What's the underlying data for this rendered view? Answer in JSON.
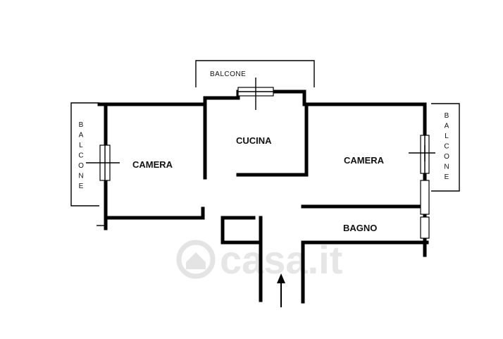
{
  "rooms": {
    "cucina": "CUCINA",
    "camera_left": "CAMERA",
    "camera_right": "CAMERA",
    "bagno": "BAGNO"
  },
  "balconies": {
    "top": "BALCONE",
    "left": [
      "B",
      "A",
      "L",
      "C",
      "O",
      "N",
      "E"
    ],
    "right": [
      "B",
      "A",
      "L",
      "C",
      "O",
      "N",
      "E"
    ]
  },
  "watermark": "casa.it"
}
